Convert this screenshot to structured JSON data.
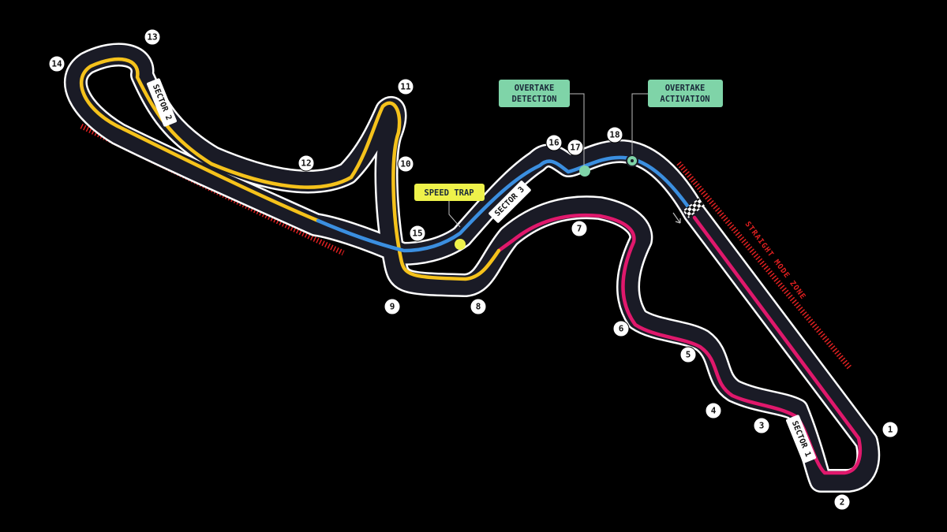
{
  "colors": {
    "background": "#000000",
    "track": "#1a1b26",
    "track_edge": "#ffffff",
    "sector1": "#e0186c",
    "sector2": "#f5c21b",
    "sector3": "#3b8fe0",
    "speed_trap": "#eef24a",
    "overtake": "#7fd4a8",
    "zone": "#e02020"
  },
  "turns": [
    "1",
    "2",
    "3",
    "4",
    "5",
    "6",
    "7",
    "8",
    "9",
    "10",
    "11",
    "12",
    "13",
    "14",
    "15",
    "16",
    "17",
    "18"
  ],
  "sectors": {
    "sector1": "SECTOR 1",
    "sector2": "SECTOR 2",
    "sector3": "SECTOR 3"
  },
  "callouts": {
    "speed_trap": "SPEED TRAP",
    "overtake_detection_line1": "OVERTAKE",
    "overtake_detection_line2": "DETECTION",
    "overtake_activation_line1": "OVERTAKE",
    "overtake_activation_line2": "ACTIVATION"
  },
  "straight_mode_zone": "STRAIGHT MODE ZONE"
}
